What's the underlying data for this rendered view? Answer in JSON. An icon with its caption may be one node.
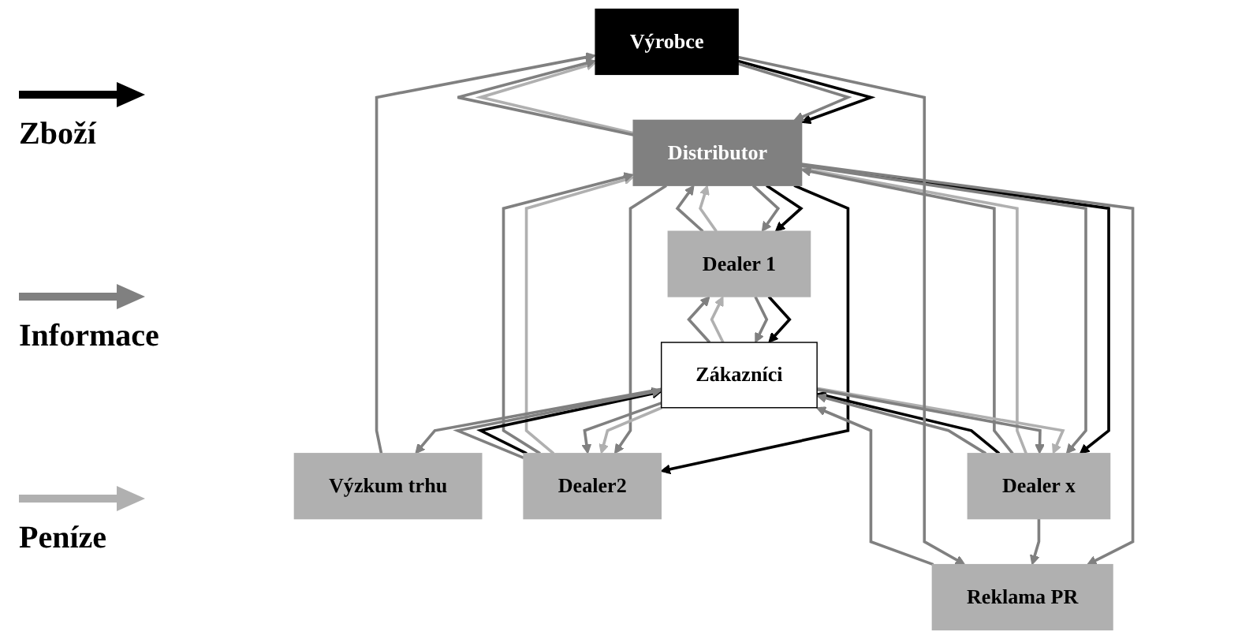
{
  "diagram": {
    "nodes": [
      {
        "text": [
          "Výrobce"
        ]
      },
      {
        "text": [
          "Distributor"
        ]
      },
      {
        "text": [
          "Reklama PR"
        ]
      },
      {
        "text": [
          "Výzkum trhu"
        ]
      },
      {
        "text": [
          "Dealer 1"
        ]
      },
      {
        "text": [
          "Dealer2"
        ]
      },
      {
        "text": [
          "Dealer x"
        ]
      },
      {
        "text": [
          "Zákazníci"
        ]
      }
    ],
    "edges": [
      {
        "from": 0,
        "to": 1,
        "arrow": "to",
        "color": "#000000"
      },
      {
        "from": 1,
        "to": 0,
        "arrow": "to",
        "color": "#b0b0b0"
      },
      {
        "from": 0,
        "to": 1,
        "arrow": "to"
      },
      {
        "from": 1,
        "to": 0,
        "arrow": "to"
      },
      {
        "from": 1,
        "to": 4,
        "arrow": "to",
        "color": "#000000"
      },
      {
        "from": 4,
        "to": 1,
        "arrow": "to",
        "color": "#b0b0b0"
      },
      {
        "from": 1,
        "to": 4,
        "arrow": "to"
      },
      {
        "from": 4,
        "to": 1,
        "arrow": "to"
      },
      {
        "from": 1,
        "to": 5,
        "arrow": "to",
        "color": "#000000"
      },
      {
        "from": 5,
        "to": 1,
        "arrow": "to",
        "color": "#b0b0b0"
      },
      {
        "from": 1,
        "to": 5,
        "arrow": "to"
      },
      {
        "from": 5,
        "to": 1,
        "arrow": "to"
      },
      {
        "from": 1,
        "to": 6,
        "arrow": "to",
        "color": "#000000"
      },
      {
        "from": 6,
        "to": 1,
        "arrow": "to",
        "color": "#b0b0b0"
      },
      {
        "from": 1,
        "to": 6,
        "arrow": "to"
      },
      {
        "from": 6,
        "to": 1,
        "arrow": "to"
      },
      {
        "from": 4,
        "to": 7,
        "arrow": "to",
        "color": "#000000"
      },
      {
        "from": 7,
        "to": 4,
        "arrow": "to",
        "color": "#b0b0b0"
      },
      {
        "from": 4,
        "to": 7,
        "arrow": "to"
      },
      {
        "from": 7,
        "to": 4,
        "arrow": "to"
      },
      {
        "from": 5,
        "to": 7,
        "arrow": "to",
        "color": "#000000"
      },
      {
        "from": 7,
        "to": 5,
        "arrow": "to",
        "color": "#b0b0b0"
      },
      {
        "from": 5,
        "to": 7,
        "arrow": "to"
      },
      {
        "from": 7,
        "to": 5,
        "arrow": "to"
      },
      {
        "from": 6,
        "to": 7,
        "arrow": "to",
        "color": "#000000"
      },
      {
        "from": 7,
        "to": 6,
        "arrow": "to",
        "color": "#b0b0b0"
      },
      {
        "from": 6,
        "to": 7,
        "arrow": "to"
      },
      {
        "from": 7,
        "to": 6,
        "arrow": "to"
      },
      {
        "from": 1,
        "to": 2,
        "arrow": "to"
      },
      {
        "from": 6,
        "to": 2,
        "arrow": "to"
      },
      {
        "from": 0,
        "to": 2,
        "arrow": "to"
      },
      {
        "from": 2,
        "to": 7,
        "arrow": "to"
      },
      {
        "from": 7,
        "to": 3,
        "arrow": "to"
      },
      {
        "from": 3,
        "to": 0,
        "arrow": "to"
      }
    ],
    "legend": [
      {
        "text": "Zboží",
        "color": "#000000"
      },
      {
        "text": "Informace",
        "color": "#808080"
      },
      {
        "text": "Peníze",
        "color": "#b0b0b0"
      }
    ]
  }
}
